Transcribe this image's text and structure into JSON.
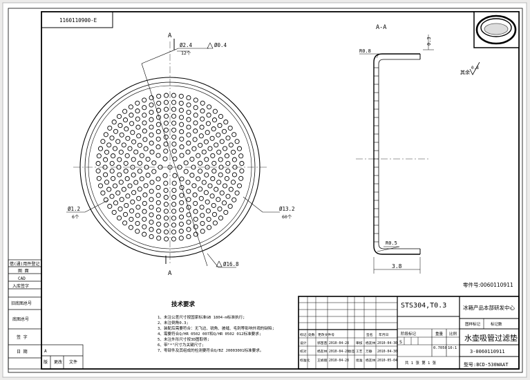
{
  "drawing_number_top": "1160110900-E",
  "section_label": "A-A",
  "section_mark_left": "A",
  "section_mark_right": "A",
  "dims": {
    "d_2_4": "Ø2.4",
    "count_12": "12个",
    "flatness": "Ø0.4",
    "d_1_2": "Ø1.2",
    "count_6": "6个",
    "d_13_2": "Ø13.2",
    "count_60": "60个",
    "d_16_8": "Ø16.8",
    "r_0_8": "R0.8",
    "r_0_5": "R0.5",
    "t_0_3": "0.3",
    "h_3_8": "3.8"
  },
  "rest_finish": "其余",
  "rest_finish_value": "0.8",
  "tech": {
    "title": "技术要求",
    "lines": [
      "1、未注公差尺寸按国家标准GB 1804-m标准执行;",
      "2、未注倒角0.3;",
      "3、装配后需要符合：无飞边、锐角、披缝、毛刺等影响外观的缺陷;",
      "4、需要符合Q/HR 0502 007和Q/HR 0502 012标准要求;",
      "5、未注外形尺寸按3D图取得;",
      "6、带\"*\"尺寸为关键尺寸;",
      "7、零部件及其组成的检测要符合Q/BZ J0003001标准要求。"
    ]
  },
  "left_strip": {
    "r1": "借(通)用件登记",
    "r2": "图 面",
    "r3": "CAD",
    "r4": "入库签字",
    "r5": "旧底图总号",
    "r6": "底图总号",
    "r7": "签 字",
    "r8": "日 期",
    "rev_a": "A",
    "rev_labels": [
      "版",
      "更改",
      "文件"
    ]
  },
  "title_block": {
    "material": "STS304,T0.3",
    "company": "冰箱产品本部研发中心",
    "heading_left": "图样标记",
    "heading_right": "标记数",
    "part_name": "水壶吸管过滤垫",
    "part_code": "3-0060110911",
    "model": "型号:BCD-530WAAT",
    "pages": "共 1 张   第 1 张",
    "stage_label": "阶段标记",
    "weight_label": "重量",
    "scale_label": "比例",
    "stage_value": "S",
    "weight_value": "0.7050",
    "scale_value": "10:1",
    "stamp_number": "零件号:0060110911",
    "hdr": [
      "标记",
      "处数",
      "更改文件号",
      "签名",
      "年月日"
    ],
    "roles": [
      "设计",
      "校对",
      "标准化"
    ],
    "names": [
      "郭苗苗",
      "杨友林",
      "王娟丽"
    ],
    "dates1": [
      "2010-04-28",
      "2010-04-28",
      "2010-04-28"
    ],
    "signs2": [
      "审核",
      "工艺",
      "批准"
    ],
    "names2": [
      "杨友林",
      "万静",
      "杨友林"
    ],
    "dates2": [
      "2010-04-30",
      "2010-04-30",
      "2010-05-04"
    ],
    "sign_col": "会签"
  }
}
